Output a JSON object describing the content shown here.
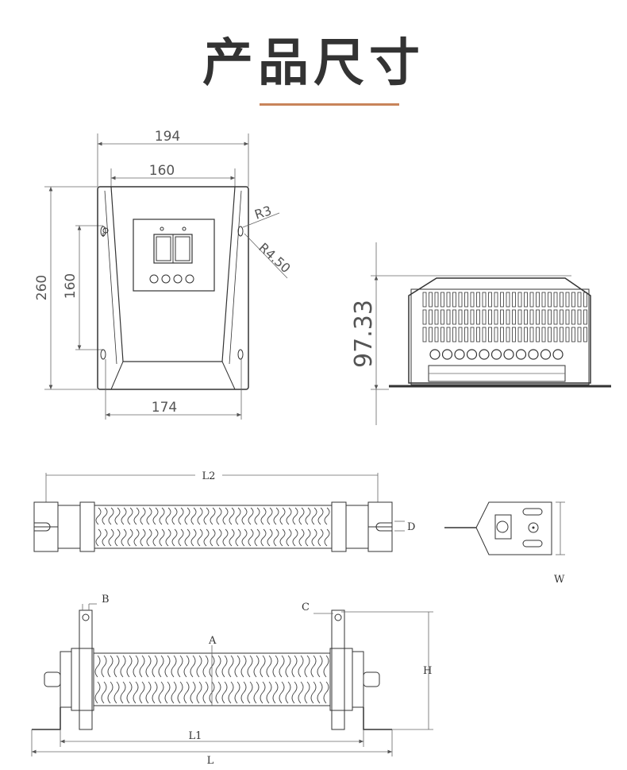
{
  "title": "产品尺寸",
  "accent_color": "#c8845a",
  "front_view": {
    "width_overall": "194",
    "width_inner": "160",
    "height_overall": "260",
    "hole_spacing_vertical": "160",
    "hole_spacing_horizontal": "174",
    "radius_small": "R3",
    "radius_large": "R4.50"
  },
  "side_view": {
    "height": "97.33"
  },
  "resistor_top_view": {
    "length_l2": "L2",
    "dim_d": "D",
    "dim_w": "W"
  },
  "resistor_front_view": {
    "dim_b": "B",
    "dim_c": "C",
    "dim_a": "A",
    "dim_h": "H",
    "dim_l1": "L1",
    "dim_l": "L"
  }
}
